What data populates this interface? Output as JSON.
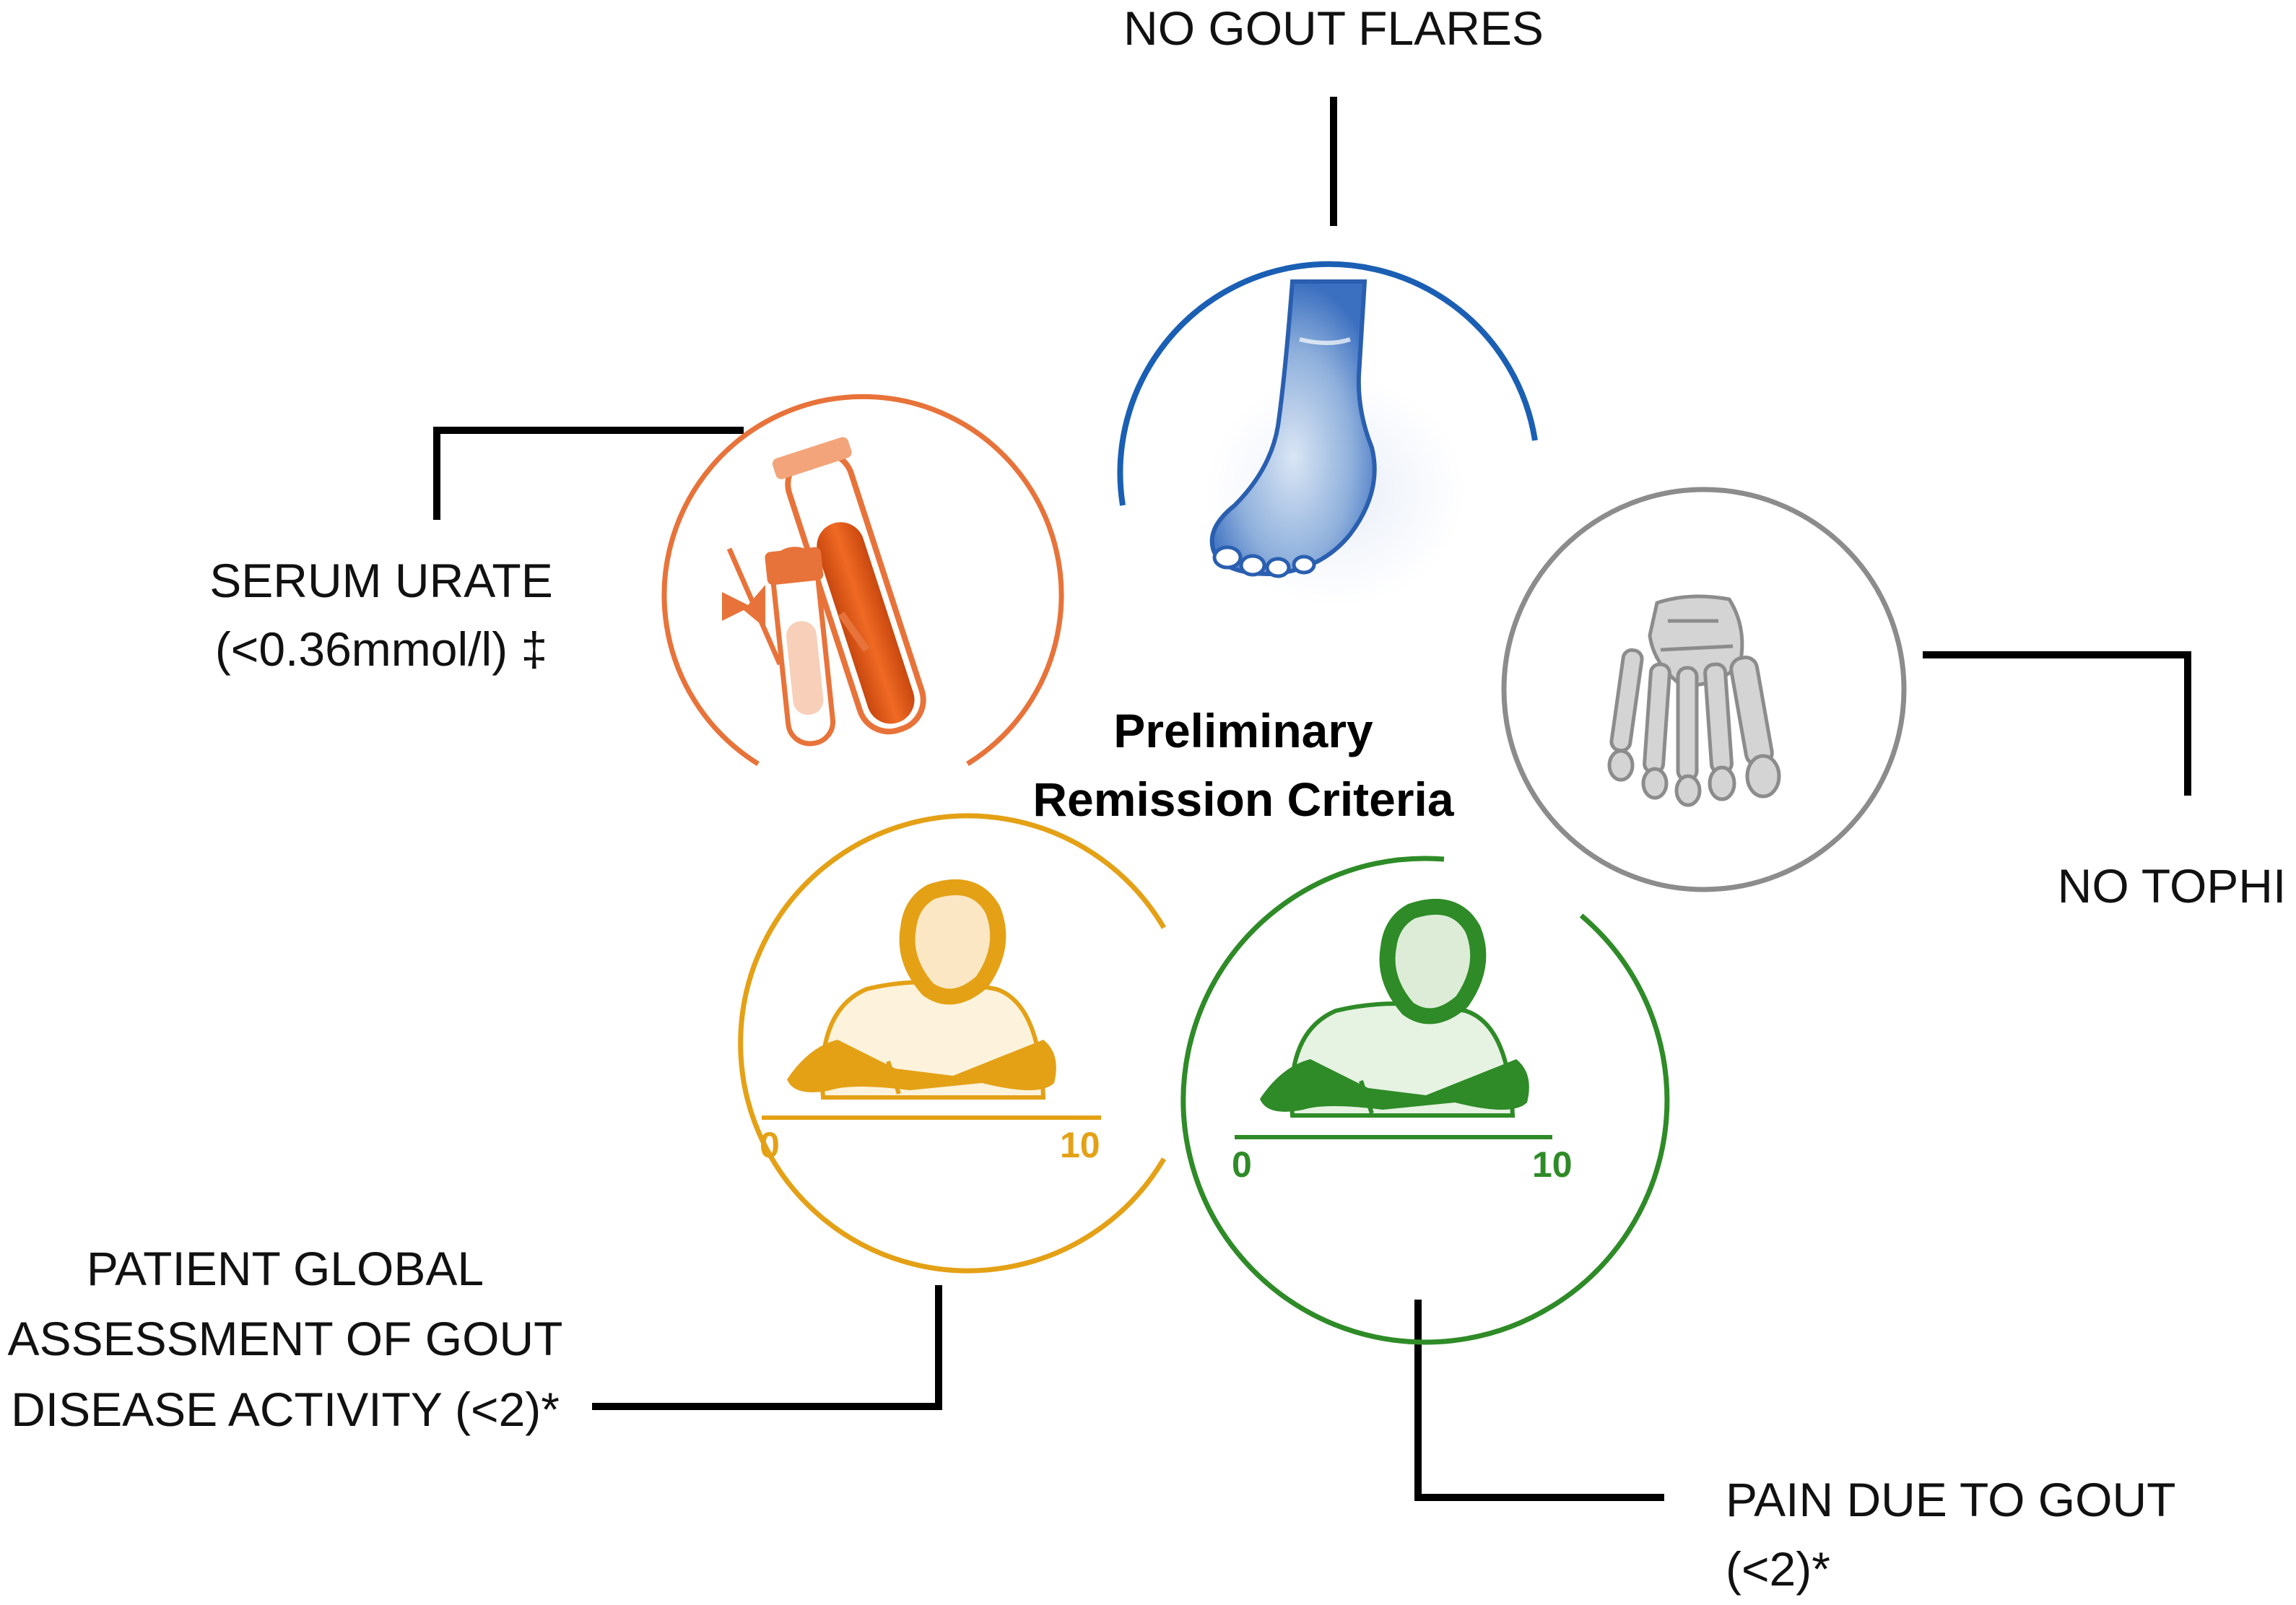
{
  "center_title": {
    "line1": "Preliminary",
    "line2": "Remission Criteria"
  },
  "criteria": [
    {
      "id": "flares",
      "icon": "foot-icon",
      "color": "#1a5fb4",
      "label_lines": [
        "NO GOUT FLARES"
      ]
    },
    {
      "id": "urate",
      "icon": "blood-tube-icon",
      "color": "#e8733a",
      "label_lines": [
        "SERUM URATE",
        "(<0.36mmol/l) ‡"
      ]
    },
    {
      "id": "tophi",
      "icon": "foot-skeleton-icon",
      "color": "#8c8c8c",
      "label_lines": [
        "NO TOPHI"
      ]
    },
    {
      "id": "global",
      "icon": "patient-writing-icon",
      "color": "#e4a116",
      "label_lines": [
        "PATIENT GLOBAL",
        "ASSESSMENT OF GOUT",
        "DISEASE ACTIVITY (<2)*"
      ],
      "scale_min": "0",
      "scale_max": "10"
    },
    {
      "id": "pain",
      "icon": "patient-writing-icon",
      "color": "#2e8b27",
      "label_lines": [
        "PAIN DUE TO GOUT",
        "(<2)*"
      ],
      "scale_min": "0",
      "scale_max": "10"
    }
  ]
}
